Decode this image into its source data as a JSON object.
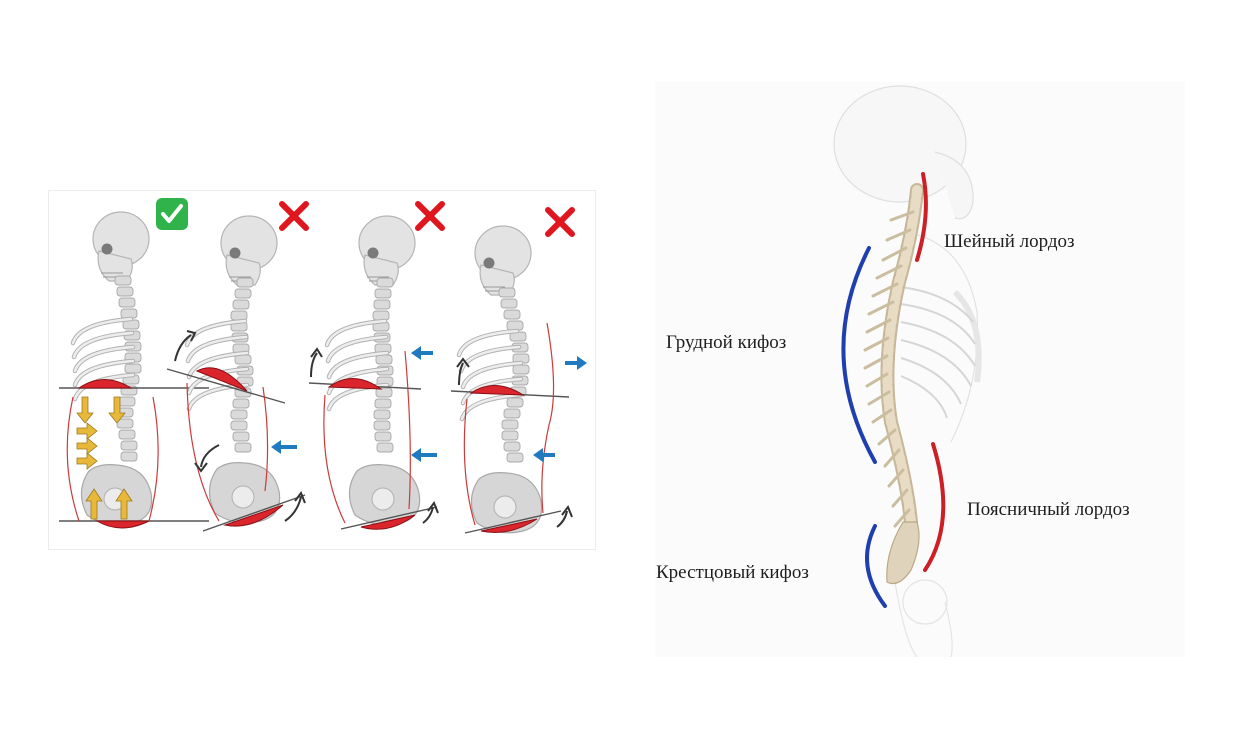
{
  "posture_panel": {
    "figures": [
      {
        "verdict": "correct",
        "verdict_icon": "check-mark-icon"
      },
      {
        "verdict": "incorrect",
        "verdict_icon": "cross-mark-icon"
      },
      {
        "verdict": "incorrect",
        "verdict_icon": "cross-mark-icon"
      },
      {
        "verdict": "incorrect",
        "verdict_icon": "cross-mark-icon"
      }
    ]
  },
  "spine_panel": {
    "labels": {
      "cervical": "Шейный лордоз",
      "thoracic": "Грудной кифоз",
      "lumbar": "Поясничный лордоз",
      "sacral": "Крестцовый кифоз"
    }
  },
  "colors": {
    "diaphragm": "#d9252b",
    "lordosis": "#cc1f26",
    "kyphosis": "#1f3fae",
    "arrow_yellow": "#e8b83a",
    "arrow_blue": "#1f7ac0",
    "check_green": "#2fb34a",
    "cross_red": "#e0161e"
  }
}
